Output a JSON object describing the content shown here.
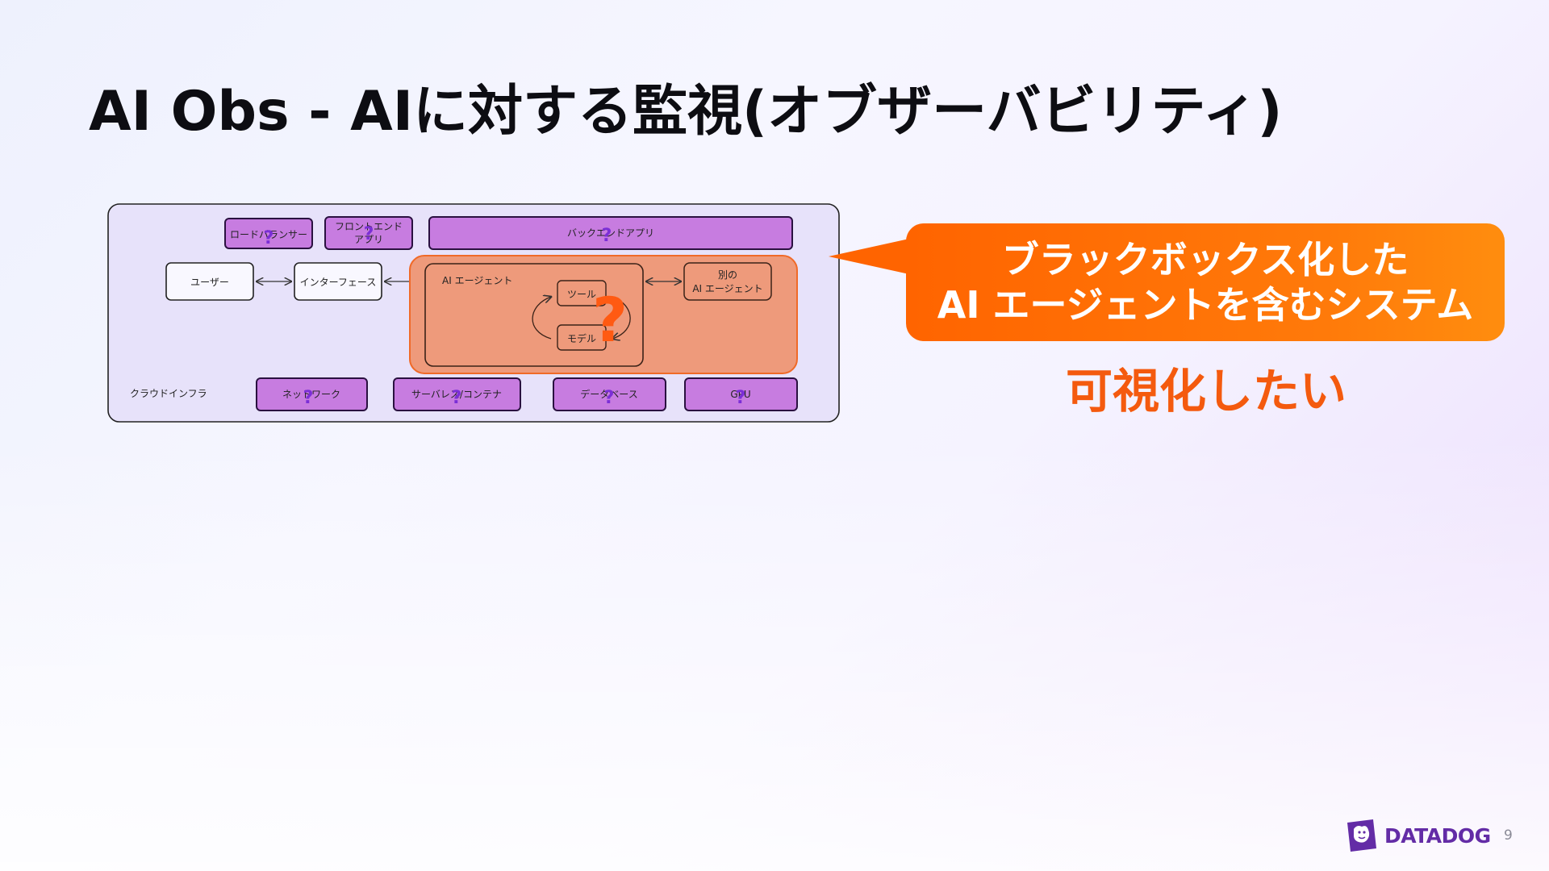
{
  "slide": {
    "title": "AI Obs - AIに対する監視(オブザーバビリティ)",
    "page_number": "9"
  },
  "diagram": {
    "top_components": [
      "ロードバランサー",
      "フロントエンド",
      "アプリ",
      "バックエンドアプリ"
    ],
    "user": "ユーザー",
    "interface": "インターフェース",
    "agent_label": "AI エージェント",
    "tool": "ツール",
    "model": "モデル",
    "other_agent_line1": "別の",
    "other_agent_line2": "AI エージェント",
    "infra_label": "クラウドインフラ",
    "infra_components": [
      "ネットワーク",
      "サーバレス/コンテナ",
      "データベース",
      "GPU"
    ],
    "unknown_mark": "?"
  },
  "callout": {
    "line1": "ブラックボックス化した",
    "line2": "AI エージェントを含むシステム"
  },
  "caption": "可視化したい",
  "brand": {
    "name": "DATADOG",
    "color": "#632ca6"
  },
  "colors": {
    "accent_orange": "#ff6a00",
    "purple_box": "#c77ce0",
    "question_purple": "#7b2fd6"
  }
}
